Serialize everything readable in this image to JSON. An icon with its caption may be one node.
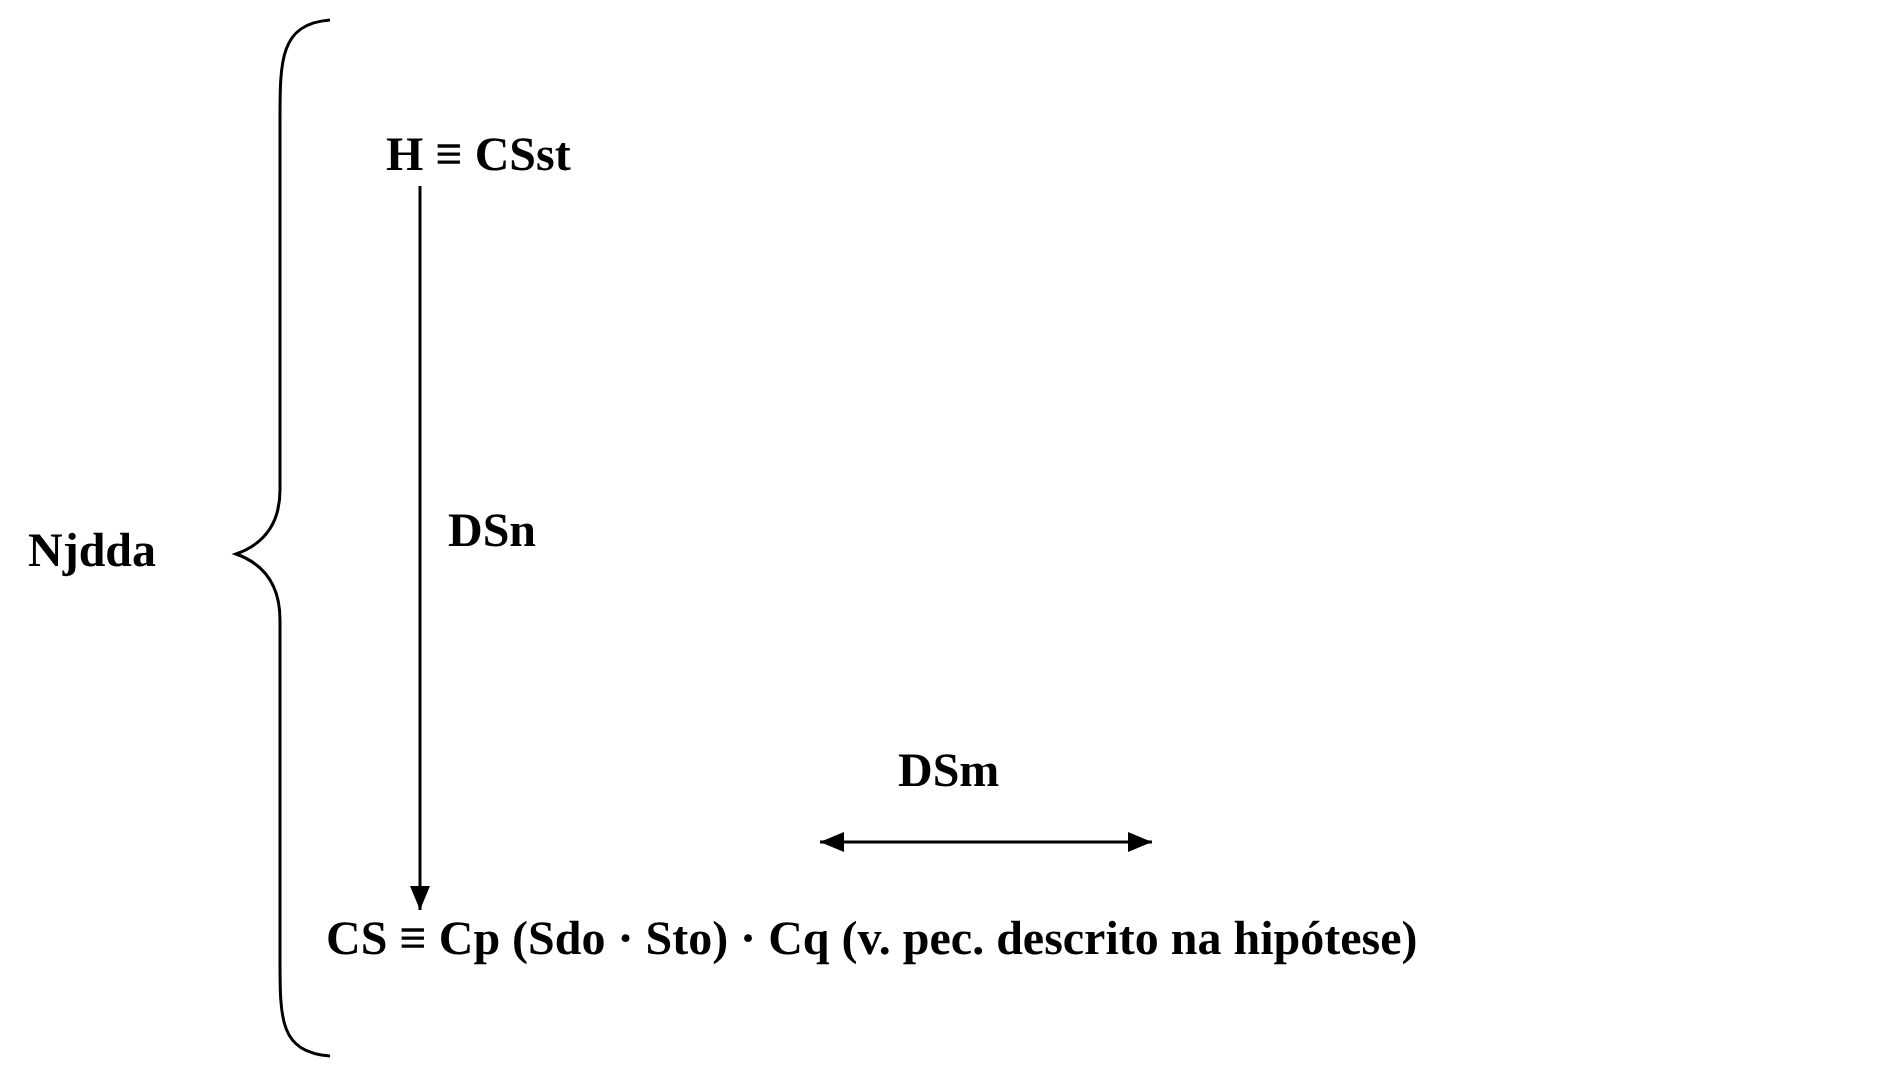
{
  "diagram": {
    "nodes": [
      {
        "text": [
          "H ≡ CSst"
        ]
      },
      {
        "text": [
          "CS ≡ Cp (Sdo · Sto) · Cq (v. pec. descrito na hipótese)"
        ]
      }
    ],
    "edges": [
      {
        "from": 0,
        "to": 1,
        "arrow": "to",
        "label": "DSn"
      }
    ],
    "labels": [
      "Njdda",
      "DSm"
    ]
  }
}
